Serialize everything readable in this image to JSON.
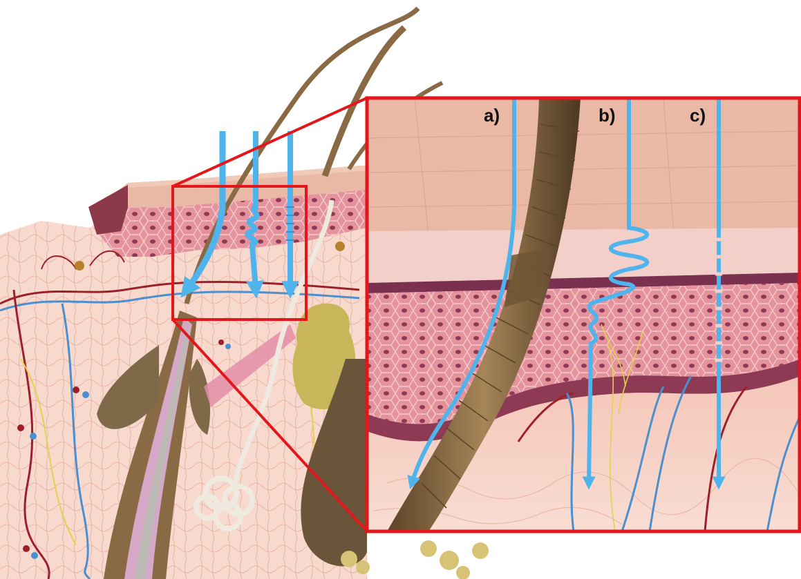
{
  "routes": [
    {
      "key": "a",
      "label": "a)"
    },
    {
      "key": "b",
      "label": "b)"
    },
    {
      "key": "c",
      "label": "c)"
    }
  ],
  "colors": {
    "arrow": "#4fb3ec",
    "highlight_frame": "#e3161b",
    "hair": "#8a6a44",
    "skin_surface": "#e9b9a6",
    "epidermis": "#d98a92",
    "dermis": "#f6d2c6",
    "sebaceous_gland": "#c9b65a",
    "vessel_red": "#9c1f2a",
    "vessel_blue": "#4a8fd0",
    "nerve": "#e5d24a"
  },
  "icons": [
    "penetration-arrow",
    "hair-shaft",
    "hair-follicle",
    "sebaceous-gland",
    "sweat-gland",
    "blood-vessel",
    "nerve-fiber",
    "zoom-frame"
  ]
}
